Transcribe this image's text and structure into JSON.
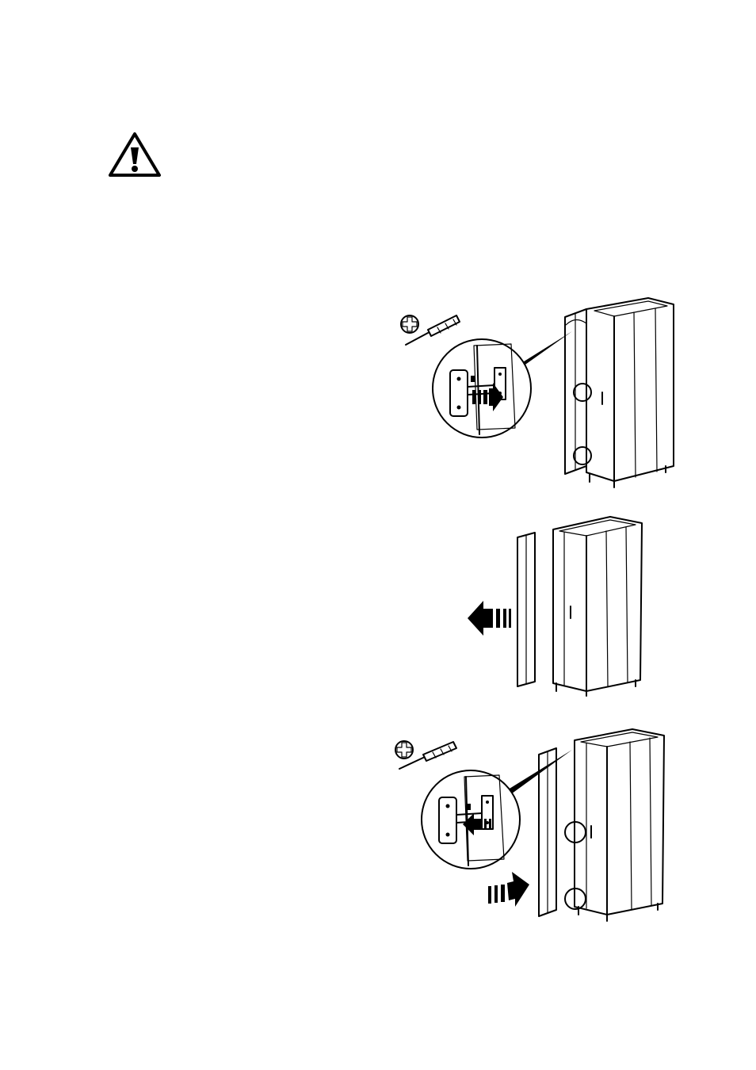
{
  "page": {
    "background": "#ffffff",
    "ink": "#000000"
  },
  "icons": {
    "warning": "warning-triangle-icon",
    "screwdriver": "phillips-screwdriver-icon",
    "phillips": "phillips-head-icon"
  },
  "steps": [
    {
      "id": "remove-door-screws",
      "icons": [
        "phillips-head-icon",
        "phillips-screwdriver-icon"
      ],
      "arrow": "right"
    },
    {
      "id": "remove-door",
      "arrow": "left"
    },
    {
      "id": "refit-door-opposite-side",
      "icons": [
        "phillips-head-icon",
        "phillips-screwdriver-icon"
      ],
      "arrow": "right"
    }
  ]
}
